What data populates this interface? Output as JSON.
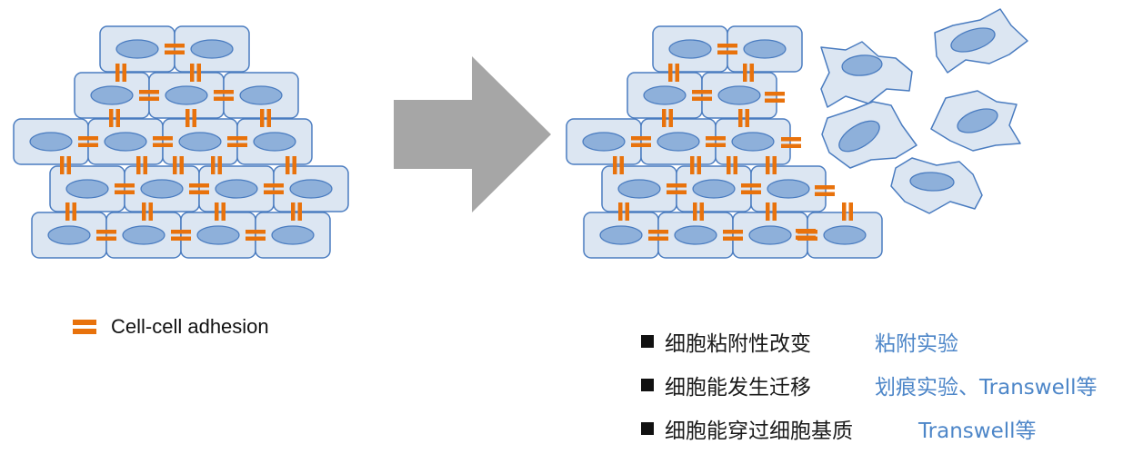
{
  "legend": {
    "label": "Cell-cell adhesion"
  },
  "notes": [
    {
      "text": "细胞粘附性改变",
      "assay": "粘附实验"
    },
    {
      "text": "细胞能发生迁移",
      "assay": "划痕实验、Transwell等"
    },
    {
      "text": "细胞能穿过细胞基质",
      "assay": "Transwell等"
    }
  ],
  "colors": {
    "cell_fill": "#dce6f2",
    "cell_stroke": "#4a7cc0",
    "nucleus_fill": "#8eb0da",
    "adhesion": "#e8720c",
    "arrow": "#a6a6a6",
    "assay_text": "#4d86c8"
  }
}
